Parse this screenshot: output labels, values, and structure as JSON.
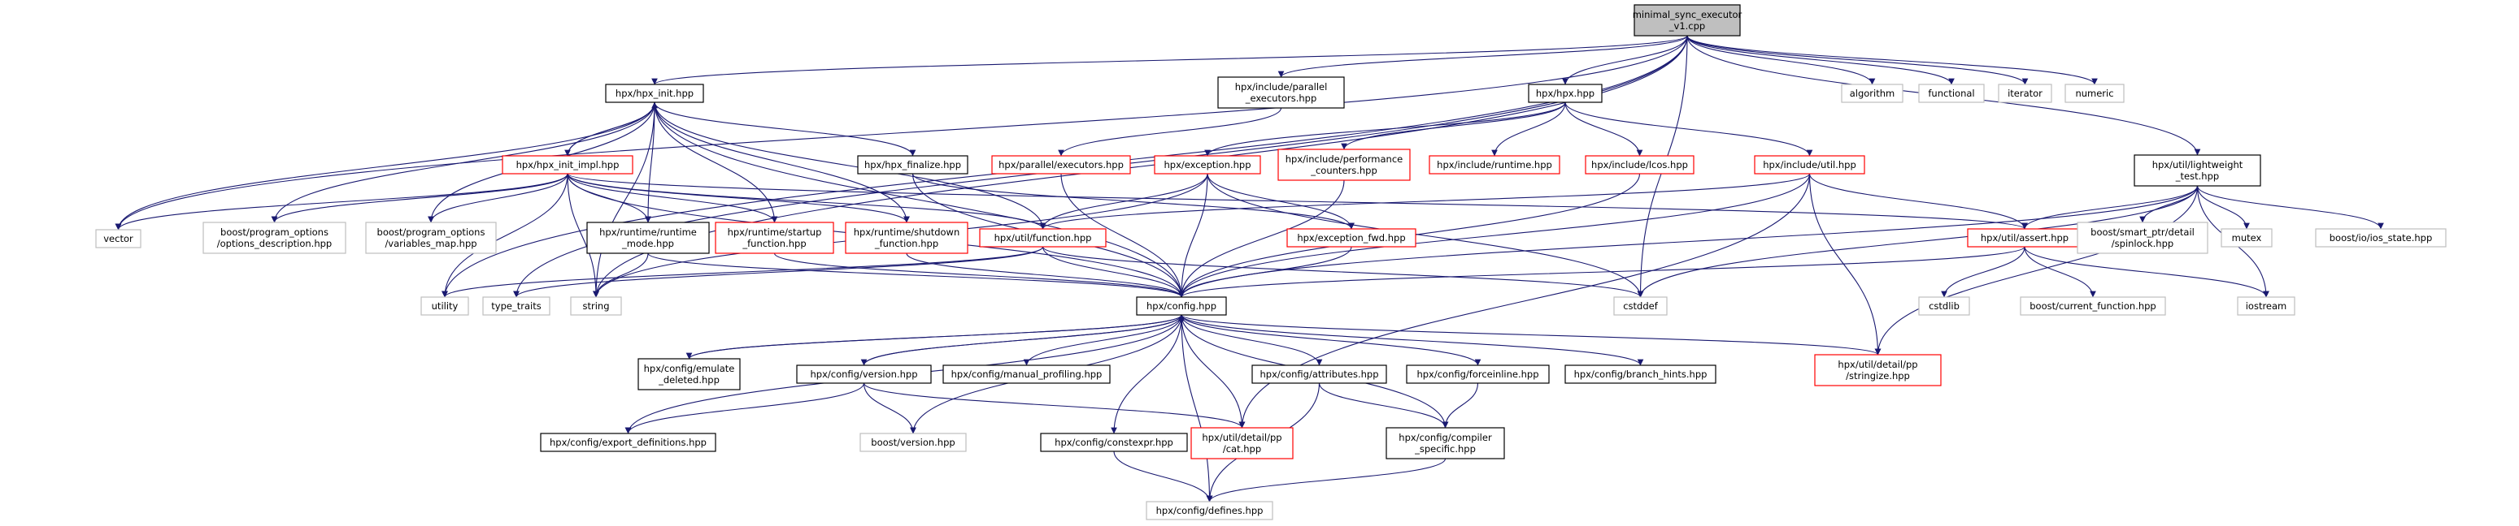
{
  "colors": {
    "edge": "#191970",
    "edge_gray": "#404040",
    "root_fill": "#bfbfbf",
    "border_black": "#000000",
    "border_red": "#ff0000",
    "border_gray": "#bfbfbf",
    "node_fill": "#ffffff"
  },
  "nodes": [
    {
      "id": "root",
      "style": "root",
      "lines": [
        "minimal_sync_executor",
        "_v1.cpp"
      ]
    },
    {
      "id": "hpx_init",
      "style": "black",
      "lines": [
        "hpx/hpx_init.hpp"
      ]
    },
    {
      "id": "par_exec",
      "style": "black",
      "lines": [
        "hpx/include/parallel",
        "_executors.hpp"
      ]
    },
    {
      "id": "hpx_hpp",
      "style": "black",
      "lines": [
        "hpx/hpx.hpp"
      ]
    },
    {
      "id": "algorithm",
      "style": "gray",
      "lines": [
        "algorithm"
      ]
    },
    {
      "id": "functional",
      "style": "gray",
      "lines": [
        "functional"
      ]
    },
    {
      "id": "iterator",
      "style": "gray",
      "lines": [
        "iterator"
      ]
    },
    {
      "id": "numeric",
      "style": "gray",
      "lines": [
        "numeric"
      ]
    },
    {
      "id": "lightweight",
      "style": "black",
      "lines": [
        "hpx/util/lightweight",
        "_test.hpp"
      ]
    },
    {
      "id": "init_impl",
      "style": "red",
      "lines": [
        "hpx/hpx_init_impl.hpp"
      ]
    },
    {
      "id": "hpx_finalize",
      "style": "black",
      "lines": [
        "hpx/hpx_finalize.hpp"
      ]
    },
    {
      "id": "par_executors",
      "style": "red",
      "lines": [
        "hpx/parallel/executors.hpp"
      ]
    },
    {
      "id": "exception",
      "style": "red",
      "lines": [
        "hpx/exception.hpp"
      ]
    },
    {
      "id": "perf_counters",
      "style": "red",
      "lines": [
        "hpx/include/performance",
        "_counters.hpp"
      ]
    },
    {
      "id": "inc_runtime",
      "style": "red",
      "lines": [
        "hpx/include/runtime.hpp"
      ]
    },
    {
      "id": "inc_lcos",
      "style": "red",
      "lines": [
        "hpx/include/lcos.hpp"
      ]
    },
    {
      "id": "inc_util",
      "style": "red",
      "lines": [
        "hpx/include/util.hpp"
      ]
    },
    {
      "id": "vector",
      "style": "gray",
      "lines": [
        "vector"
      ]
    },
    {
      "id": "opt_desc",
      "style": "gray",
      "lines": [
        "boost/program_options",
        "/options_description.hpp"
      ]
    },
    {
      "id": "var_map",
      "style": "gray",
      "lines": [
        "boost/program_options",
        "/variables_map.hpp"
      ]
    },
    {
      "id": "rt_mode",
      "style": "black",
      "lines": [
        "hpx/runtime/runtime",
        "_mode.hpp"
      ]
    },
    {
      "id": "startup_fn",
      "style": "red",
      "lines": [
        "hpx/runtime/startup",
        "_function.hpp"
      ]
    },
    {
      "id": "shutdown_fn",
      "style": "red",
      "lines": [
        "hpx/runtime/shutdown",
        "_function.hpp"
      ]
    },
    {
      "id": "util_function",
      "style": "red",
      "lines": [
        "hpx/util/function.hpp"
      ]
    },
    {
      "id": "exception_fwd",
      "style": "red",
      "lines": [
        "hpx/exception_fwd.hpp"
      ]
    },
    {
      "id": "util_assert",
      "style": "red",
      "lines": [
        "hpx/util/assert.hpp"
      ]
    },
    {
      "id": "spinlock",
      "style": "gray",
      "lines": [
        "boost/smart_ptr/detail",
        "/spinlock.hpp"
      ]
    },
    {
      "id": "mutex",
      "style": "gray",
      "lines": [
        "mutex"
      ]
    },
    {
      "id": "ios_state",
      "style": "gray",
      "lines": [
        "boost/io/ios_state.hpp"
      ]
    },
    {
      "id": "utility",
      "style": "gray",
      "lines": [
        "utility"
      ]
    },
    {
      "id": "type_traits",
      "style": "gray",
      "lines": [
        "type_traits"
      ]
    },
    {
      "id": "string",
      "style": "gray",
      "lines": [
        "string"
      ]
    },
    {
      "id": "config",
      "style": "black",
      "lines": [
        "hpx/config.hpp"
      ]
    },
    {
      "id": "cstddef",
      "style": "gray",
      "lines": [
        "cstddef"
      ]
    },
    {
      "id": "cstdlib",
      "style": "gray",
      "lines": [
        "cstdlib"
      ]
    },
    {
      "id": "current_function",
      "style": "gray",
      "lines": [
        "boost/current_function.hpp"
      ]
    },
    {
      "id": "iostream",
      "style": "gray",
      "lines": [
        "iostream"
      ]
    },
    {
      "id": "emulate_deleted",
      "style": "black",
      "lines": [
        "hpx/config/emulate",
        "_deleted.hpp"
      ]
    },
    {
      "id": "cfg_version",
      "style": "black",
      "lines": [
        "hpx/config/version.hpp"
      ]
    },
    {
      "id": "manual_profiling",
      "style": "black",
      "lines": [
        "hpx/config/manual_profiling.hpp"
      ]
    },
    {
      "id": "attributes",
      "style": "black",
      "lines": [
        "hpx/config/attributes.hpp"
      ]
    },
    {
      "id": "forceinline",
      "style": "black",
      "lines": [
        "hpx/config/forceinline.hpp"
      ]
    },
    {
      "id": "branch_hints",
      "style": "black",
      "lines": [
        "hpx/config/branch_hints.hpp"
      ]
    },
    {
      "id": "stringize",
      "style": "red",
      "lines": [
        "hpx/util/detail/pp",
        "/stringize.hpp"
      ]
    },
    {
      "id": "export_defs",
      "style": "black",
      "lines": [
        "hpx/config/export_definitions.hpp"
      ]
    },
    {
      "id": "boost_version",
      "style": "gray",
      "lines": [
        "boost/version.hpp"
      ]
    },
    {
      "id": "cat",
      "style": "red",
      "lines": [
        "hpx/util/detail/pp",
        "/cat.hpp"
      ]
    },
    {
      "id": "compiler_specific",
      "style": "black",
      "lines": [
        "hpx/config/compiler",
        "_specific.hpp"
      ]
    },
    {
      "id": "constexpr",
      "style": "black",
      "lines": [
        "hpx/config/constexpr.hpp"
      ]
    },
    {
      "id": "defines",
      "style": "gray",
      "lines": [
        "hpx/config/defines.hpp"
      ]
    }
  ],
  "edges": [
    [
      "root",
      "hpx_init"
    ],
    [
      "root",
      "par_exec"
    ],
    [
      "root",
      "hpx_hpp"
    ],
    [
      "root",
      "algorithm"
    ],
    [
      "root",
      "functional"
    ],
    [
      "root",
      "iterator"
    ],
    [
      "root",
      "numeric"
    ],
    [
      "root",
      "lightweight"
    ],
    [
      "root",
      "vector"
    ],
    [
      "root",
      "utility"
    ],
    [
      "root",
      "string"
    ],
    [
      "root",
      "cstddef"
    ],
    [
      "root",
      "type_traits"
    ],
    [
      "hpx_init",
      "init_impl"
    ],
    [
      "hpx_init",
      "hpx_finalize"
    ],
    [
      "hpx_init",
      "vector"
    ],
    [
      "hpx_init",
      "opt_desc"
    ],
    [
      "hpx_init",
      "var_map"
    ],
    [
      "hpx_init",
      "rt_mode"
    ],
    [
      "hpx_init",
      "startup_fn"
    ],
    [
      "hpx_init",
      "shutdown_fn"
    ],
    [
      "hpx_init",
      "util_function"
    ],
    [
      "hpx_init",
      "config"
    ],
    [
      "hpx_init",
      "string"
    ],
    [
      "init_impl",
      "hpx_init"
    ],
    [
      "init_impl",
      "vector"
    ],
    [
      "init_impl",
      "opt_desc"
    ],
    [
      "init_impl",
      "var_map"
    ],
    [
      "init_impl",
      "rt_mode"
    ],
    [
      "init_impl",
      "startup_fn"
    ],
    [
      "init_impl",
      "shutdown_fn"
    ],
    [
      "init_impl",
      "util_function"
    ],
    [
      "init_impl",
      "util_assert"
    ],
    [
      "init_impl",
      "config"
    ],
    [
      "init_impl",
      "string"
    ],
    [
      "init_impl",
      "utility"
    ],
    [
      "hpx_finalize",
      "config"
    ],
    [
      "hpx_finalize",
      "exception_fwd"
    ],
    [
      "par_exec",
      "par_executors"
    ],
    [
      "par_executors",
      "config"
    ],
    [
      "hpx_hpp",
      "exception"
    ],
    [
      "hpx_hpp",
      "perf_counters"
    ],
    [
      "hpx_hpp",
      "inc_runtime"
    ],
    [
      "hpx_hpp",
      "inc_lcos"
    ],
    [
      "hpx_hpp",
      "inc_util"
    ],
    [
      "exception",
      "exception_fwd"
    ],
    [
      "exception",
      "config"
    ],
    [
      "exception",
      "util_function"
    ],
    [
      "exception",
      "cstddef"
    ],
    [
      "exception",
      "string"
    ],
    [
      "perf_counters",
      "config"
    ],
    [
      "inc_lcos",
      "config"
    ],
    [
      "inc_util",
      "util_function"
    ],
    [
      "inc_util",
      "util_assert"
    ],
    [
      "inc_util",
      "config"
    ],
    [
      "inc_util",
      "stringize"
    ],
    [
      "inc_util",
      "cat"
    ],
    [
      "lightweight",
      "util_assert"
    ],
    [
      "lightweight",
      "spinlock"
    ],
    [
      "lightweight",
      "mutex"
    ],
    [
      "lightweight",
      "ios_state"
    ],
    [
      "lightweight",
      "iostream"
    ],
    [
      "lightweight",
      "config"
    ],
    [
      "lightweight",
      "stringize"
    ],
    [
      "lightweight",
      "cstddef"
    ],
    [
      "rt_mode",
      "config"
    ],
    [
      "rt_mode",
      "string"
    ],
    [
      "startup_fn",
      "config"
    ],
    [
      "shutdown_fn",
      "config"
    ],
    [
      "util_function",
      "config"
    ],
    [
      "util_function",
      "cstddef"
    ],
    [
      "util_function",
      "utility"
    ],
    [
      "util_function",
      "type_traits"
    ],
    [
      "exception_fwd",
      "config"
    ],
    [
      "util_assert",
      "config"
    ],
    [
      "util_assert",
      "cstdlib"
    ],
    [
      "util_assert",
      "current_function"
    ],
    [
      "util_assert",
      "iostream"
    ],
    [
      "config",
      "emulate_deleted"
    ],
    [
      "config",
      "cfg_version"
    ],
    [
      "config",
      "manual_profiling"
    ],
    [
      "config",
      "attributes"
    ],
    [
      "config",
      "forceinline"
    ],
    [
      "config",
      "branch_hints"
    ],
    [
      "config",
      "stringize"
    ],
    [
      "config",
      "export_defs"
    ],
    [
      "config",
      "boost_version"
    ],
    [
      "config",
      "cat"
    ],
    [
      "config",
      "compiler_specific"
    ],
    [
      "config",
      "constexpr"
    ],
    [
      "config",
      "defines"
    ],
    [
      "emulate_deleted",
      "config"
    ],
    [
      "cfg_version",
      "config"
    ],
    [
      "cfg_version",
      "export_defs"
    ],
    [
      "cfg_version",
      "boost_version"
    ],
    [
      "cfg_version",
      "cat"
    ],
    [
      "attributes",
      "compiler_specific"
    ],
    [
      "attributes",
      "defines"
    ],
    [
      "forceinline",
      "compiler_specific"
    ],
    [
      "compiler_specific",
      "defines"
    ],
    [
      "constexpr",
      "defines"
    ]
  ]
}
